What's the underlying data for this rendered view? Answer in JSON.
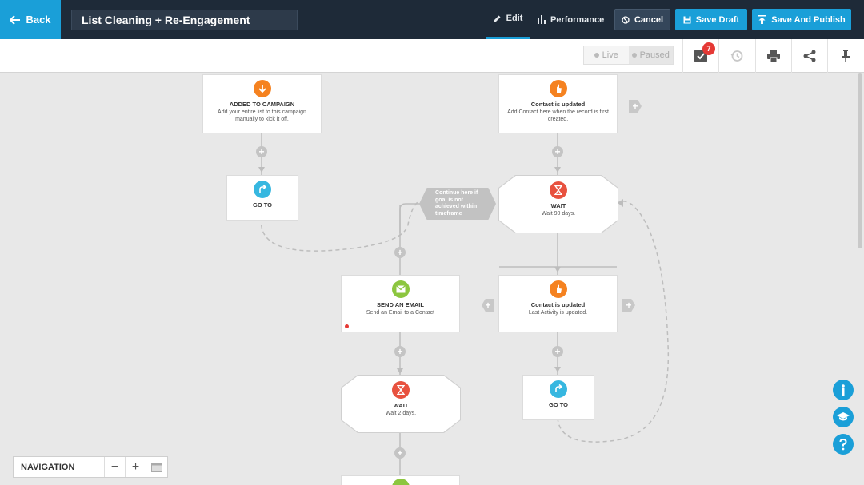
{
  "header": {
    "back_label": "Back",
    "campaign_title": "List Cleaning + Re-Engagement",
    "tabs": [
      {
        "label": "Edit",
        "active": true
      },
      {
        "label": "Performance",
        "active": false
      }
    ],
    "cancel_label": "Cancel",
    "save_draft_label": "Save Draft",
    "save_publish_label": "Save And Publish"
  },
  "toolbar": {
    "status_live": "Live",
    "status_paused": "Paused",
    "tasks_count": "7"
  },
  "nodes": {
    "added": {
      "title": "ADDED TO CAMPAIGN",
      "desc": "Add your entire list to this campaign manually to kick it off."
    },
    "goto1": {
      "title": "GO TO"
    },
    "contact_updated1": {
      "title": "Contact is updated",
      "desc": "Add Contact here when the record is first created."
    },
    "wait1": {
      "title": "WAIT",
      "desc": "Wait 90 days."
    },
    "goal_banner": "Continue here if goal is not achieved within timeframe",
    "send_email": {
      "title": "SEND AN EMAIL",
      "desc": "Send an Email to a Contact"
    },
    "contact_updated2": {
      "title": "Contact is updated",
      "desc": "Last Activity is updated."
    },
    "wait2": {
      "title": "WAIT",
      "desc": "Wait 2 days."
    },
    "goto2": {
      "title": "GO TO"
    }
  },
  "navigation": {
    "label": "NAVIGATION",
    "zoom_out": "−",
    "zoom_in": "+"
  },
  "colors": {
    "brand_blue": "#1a9fd8",
    "header_dark": "#1e2a38",
    "trigger_orange": "#f58220",
    "wait_red": "#e8523f",
    "email_green": "#8cc63f",
    "goto_blue": "#36b7e0"
  },
  "icons": {
    "back": "arrow-left-icon",
    "edit": "pencil-icon",
    "performance": "bar-chart-icon",
    "cancel": "ban-icon",
    "save_draft": "floppy-disk-icon",
    "save_publish": "upload-icon",
    "tasks": "checkbox-icon",
    "history": "history-icon",
    "print": "printer-icon",
    "share": "share-icon",
    "pin": "pin-icon",
    "info": "info-icon",
    "learn": "graduation-cap-icon",
    "help": "question-icon"
  }
}
